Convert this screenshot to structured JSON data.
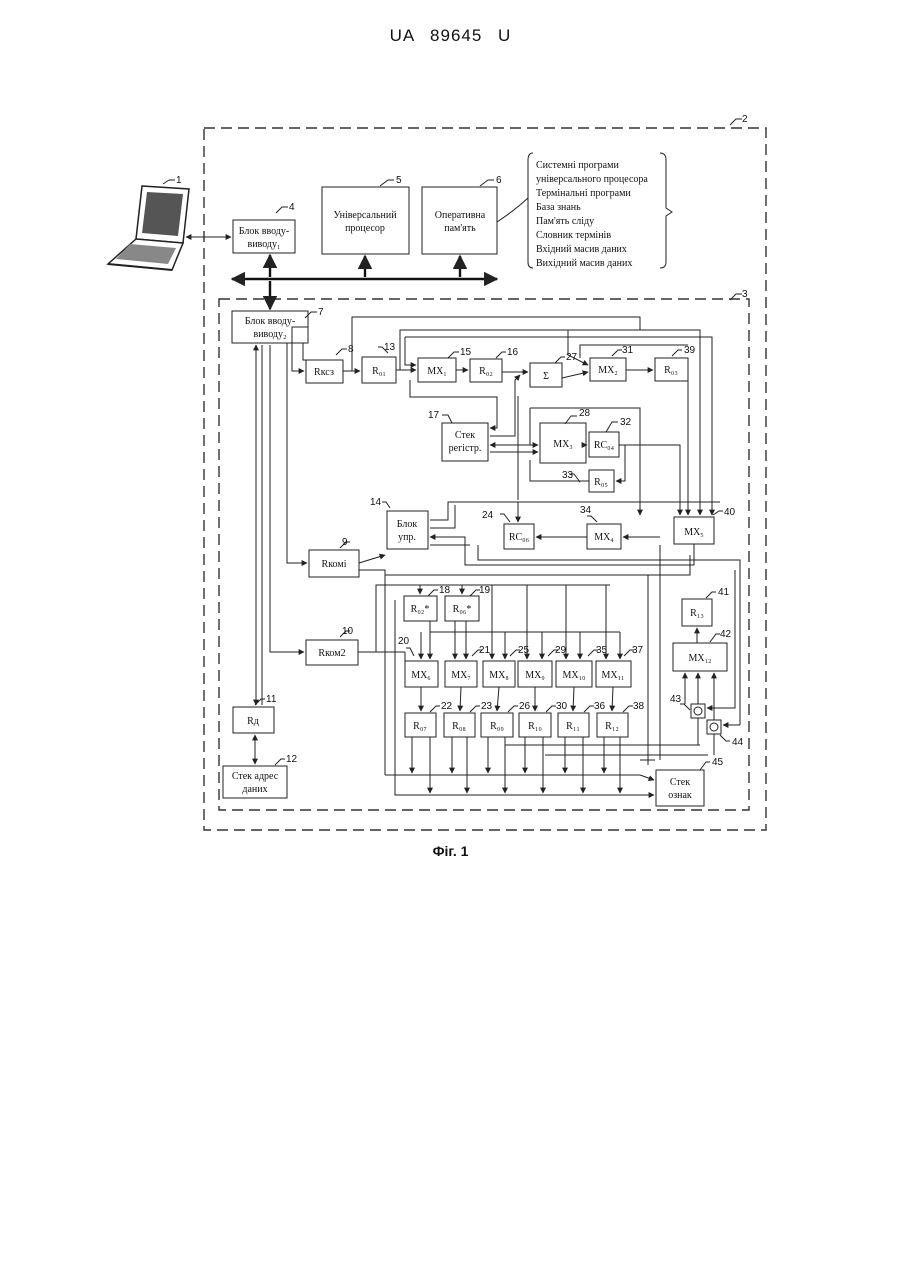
{
  "header": {
    "patent_number": "UA   89645   U"
  },
  "figure_caption": "Фіг. 1",
  "reference_numbers": {
    "r1": "1",
    "r2": "2",
    "r3": "3",
    "r4": "4",
    "r5": "5",
    "r6": "6",
    "r7": "7",
    "r8": "8",
    "r9": "9",
    "r10": "10",
    "r11": "11",
    "r12": "12",
    "r13": "13",
    "r14": "14",
    "r15": "15",
    "r16": "16",
    "r17": "17",
    "r18": "18",
    "r19": "19",
    "r20": "20",
    "r21": "21",
    "r22": "22",
    "r23": "23",
    "r24": "24",
    "r25": "25",
    "r26": "26",
    "r27": "27",
    "r28": "28",
    "r29": "29",
    "r30": "30",
    "r31": "31",
    "r32": "32",
    "r33": "33",
    "r34": "34",
    "r35": "35",
    "r36": "36",
    "r37": "37",
    "r38": "38",
    "r39": "39",
    "r40": "40",
    "r41": "41",
    "r42": "42",
    "r43": "43",
    "r44": "44",
    "r45": "45"
  },
  "blocks": {
    "io1": [
      "Блок вводу-",
      "виводу₁"
    ],
    "universal_processor": [
      "Універсальний",
      "процесор"
    ],
    "ram": [
      "Оперативна",
      "пам'ять"
    ],
    "io2": [
      "Блок вводу-",
      "виводу₂"
    ],
    "r_ksz": "Rксз",
    "r01": "R₀₁",
    "mx1": "MX₁",
    "r02": "R₀₂",
    "sum": "Σ",
    "mx2": "MX₂",
    "r03": "R₀₃",
    "stack_reg": [
      "Стек",
      "регістр."
    ],
    "mx3": "MX₃",
    "rc04": "RC₀₄",
    "r05": "R₀₅",
    "control_unit": [
      "Блок",
      "упр."
    ],
    "rc06": "RC₀₆",
    "mx4": "MX₄",
    "mx5": "MX₅",
    "r_kom1": "Rкомі",
    "r_kom2": "Rком2",
    "r02s": "R₀₂*",
    "r06s": "R₀₆*",
    "mx6": "MX₆",
    "mx7": "MX₇",
    "mx8": "MX₈",
    "mx9": "MX₉",
    "mx10": "MX₁₀",
    "mx11": "MX₁₁",
    "r07": "R₀₇",
    "r08": "R₀₈",
    "r09": "R₀₉",
    "r10": "R₁₀",
    "r11": "R₁₁",
    "r12": "R₁₂",
    "r13": "R₁₃",
    "mx12": "MX₁₂",
    "rd": "Rд",
    "data_addr_stack": [
      "Стек адрес",
      "даних"
    ],
    "flag_stack": [
      "Стек",
      "ознак"
    ]
  },
  "memory_contents": [
    "Системні програми",
    "універсального процесора",
    "Термінальні програми",
    "База знань",
    "Пам'ять сліду",
    "Словник термінів",
    "Вхідний масив даних",
    "Вихідний масив даних"
  ]
}
